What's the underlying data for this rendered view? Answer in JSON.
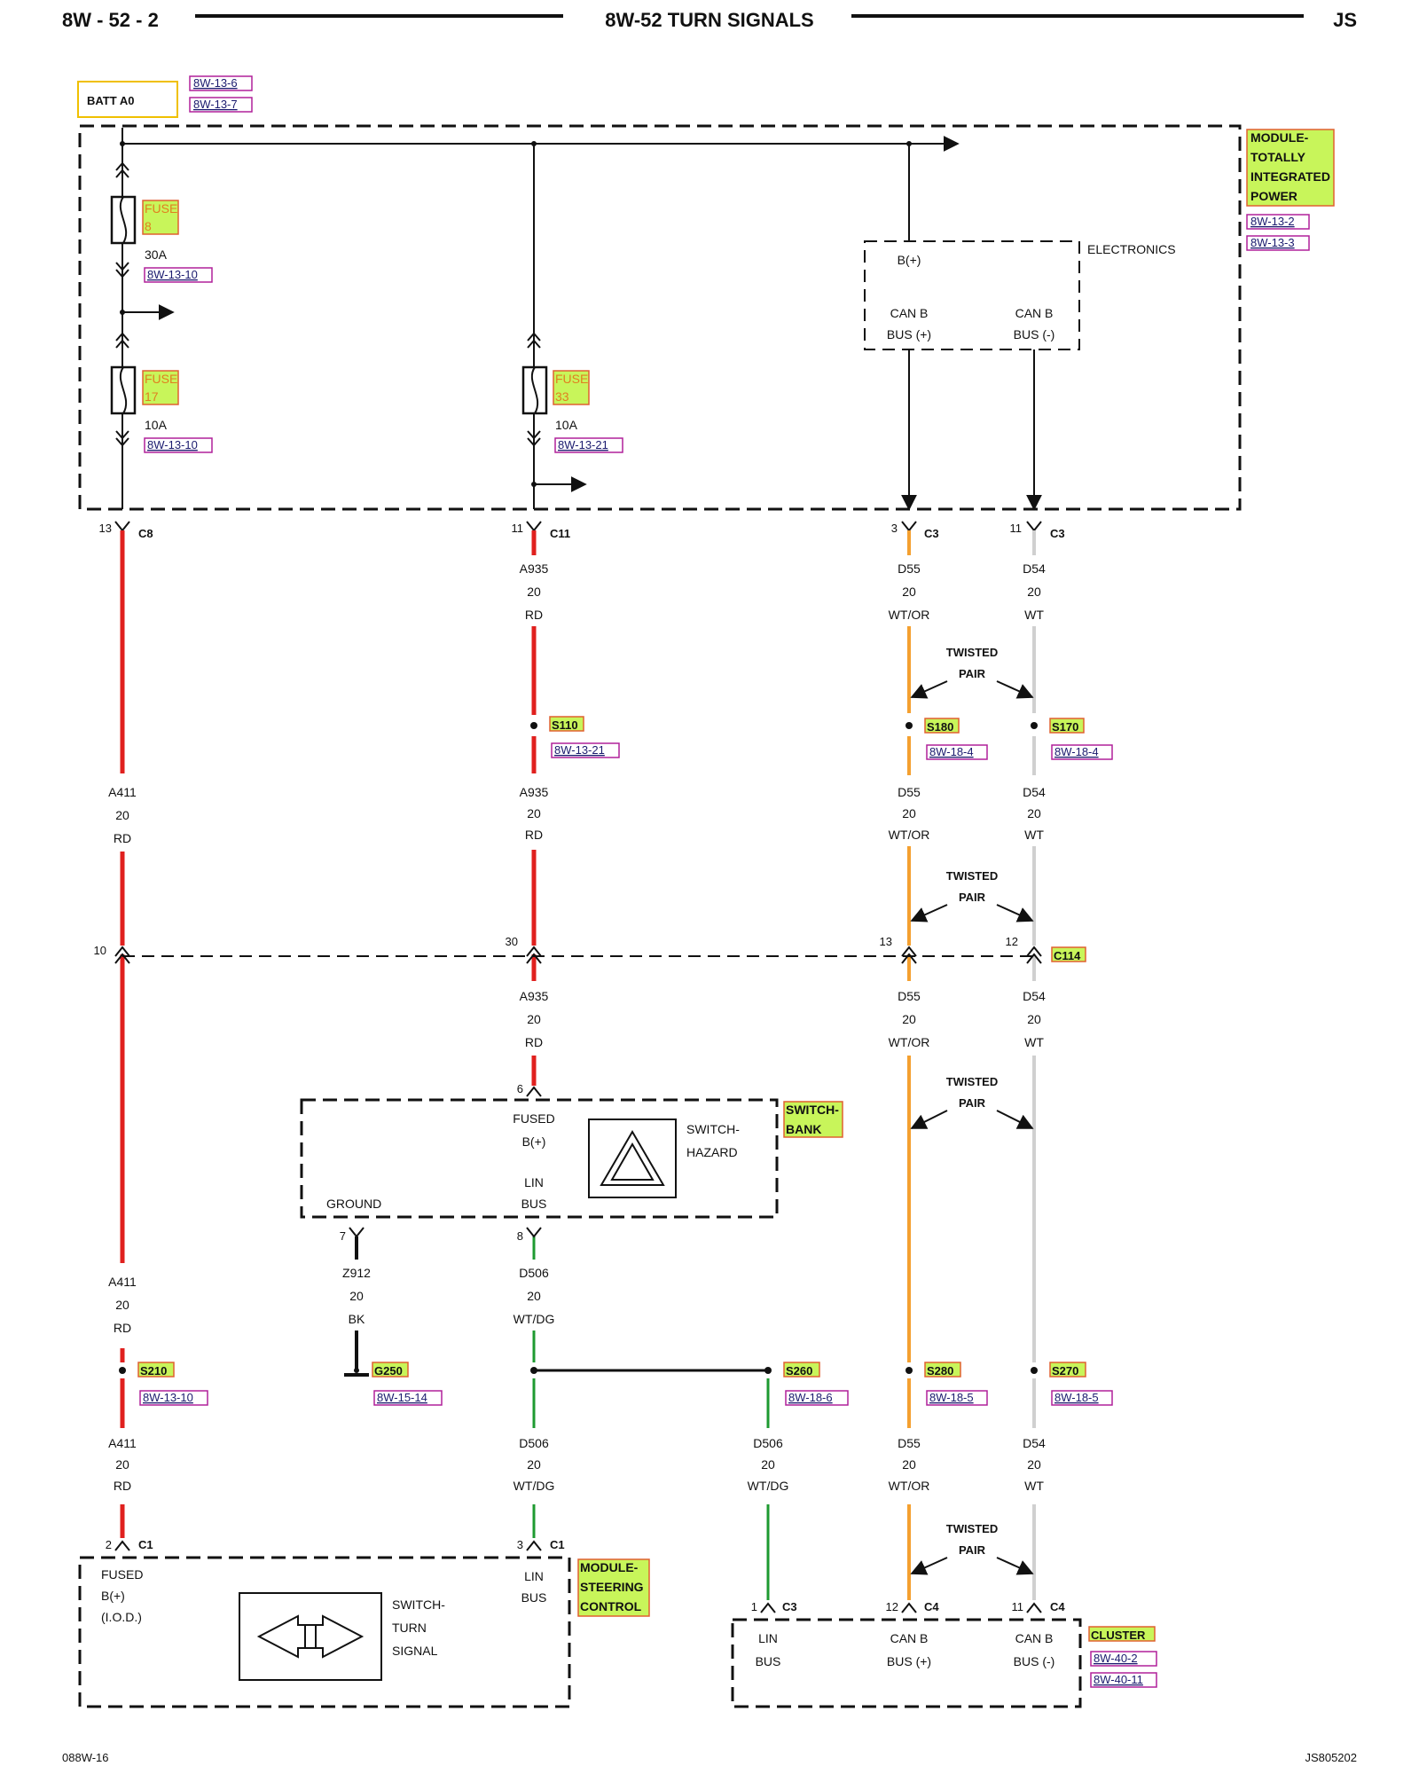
{
  "header": {
    "page": "8W - 52 - 2",
    "title": "8W-52 TURN SIGNALS",
    "model": "JS"
  },
  "footer": {
    "left": "088W-16",
    "right": "JS805202"
  },
  "batt": {
    "label": "BATT A0",
    "refs": [
      "8W-13-6",
      "8W-13-7"
    ]
  },
  "tipm": {
    "lines": [
      "MODULE-",
      "TOTALLY",
      "INTEGRATED",
      "POWER"
    ],
    "refs": [
      "8W-13-2",
      "8W-13-3"
    ]
  },
  "electronics": {
    "title": "ELECTRONICS",
    "bplus": "B(+)",
    "canp": [
      "CAN B",
      "BUS (+)"
    ],
    "canm": [
      "CAN B",
      "BUS (-)"
    ]
  },
  "fuses": [
    {
      "lines": [
        "FUSE",
        "8"
      ],
      "rating": "30A",
      "ref": "8W-13-10"
    },
    {
      "lines": [
        "FUSE",
        "17"
      ],
      "rating": "10A",
      "ref": "8W-13-10"
    },
    {
      "lines": [
        "FUSE",
        "33"
      ],
      "rating": "10A",
      "ref": "8W-13-21"
    }
  ],
  "connectors": {
    "c8": {
      "pin": "13",
      "name": "C8"
    },
    "c11": {
      "pin": "11",
      "name": "C11"
    },
    "c3a": {
      "pin": "3",
      "name": "C3"
    },
    "c3b": {
      "pin": "11",
      "name": "C3"
    },
    "c114": {
      "name": "C114",
      "pins": [
        "10",
        "30",
        "13",
        "12"
      ]
    },
    "sb6": "6",
    "sb7": "7",
    "sb8": "8",
    "c1a": {
      "pin": "2",
      "name": "C1"
    },
    "c1b": {
      "pin": "3",
      "name": "C1"
    },
    "cl1": {
      "pin": "1",
      "name": "C3"
    },
    "cl12": {
      "pin": "12",
      "name": "C4"
    },
    "cl11": {
      "pin": "11",
      "name": "C4"
    }
  },
  "wires": {
    "a935": [
      "A935",
      "20",
      "RD"
    ],
    "a411": [
      "A411",
      "20",
      "RD"
    ],
    "d55": [
      "D55",
      "20",
      "WT/OR"
    ],
    "d54": [
      "D54",
      "20",
      "WT"
    ],
    "z912": [
      "Z912",
      "20",
      "BK"
    ],
    "d506": [
      "D506",
      "20",
      "WT/DG"
    ]
  },
  "twisted": [
    "TWISTED",
    "PAIR"
  ],
  "splices": {
    "s110": {
      "name": "S110",
      "ref": "8W-13-21"
    },
    "s180": {
      "name": "S180",
      "ref": "8W-18-4"
    },
    "s170": {
      "name": "S170",
      "ref": "8W-18-4"
    },
    "s210": {
      "name": "S210",
      "ref": "8W-13-10"
    },
    "g250": {
      "name": "G250",
      "ref": "8W-15-14"
    },
    "s260": {
      "name": "S260",
      "ref": "8W-18-6"
    },
    "s280": {
      "name": "S280",
      "ref": "8W-18-5"
    },
    "s270": {
      "name": "S270",
      "ref": "8W-18-5"
    }
  },
  "switchbank": {
    "lines": [
      "SWITCH-",
      "BANK"
    ],
    "fused": [
      "FUSED",
      "B(+)"
    ],
    "lin": [
      "LIN",
      "BUS"
    ],
    "ground": "GROUND",
    "hazard": [
      "SWITCH-",
      "HAZARD"
    ]
  },
  "steering": {
    "lines": [
      "MODULE-",
      "STEERING",
      "CONTROL"
    ],
    "fused": [
      "FUSED",
      "B(+)",
      "(I.O.D.)"
    ],
    "turn": [
      "SWITCH-",
      "TURN",
      "SIGNAL"
    ],
    "lin": [
      "LIN",
      "BUS"
    ]
  },
  "cluster": {
    "name": "CLUSTER",
    "refs": [
      "8W-40-2",
      "8W-40-11"
    ],
    "lin": [
      "LIN",
      "BUS"
    ],
    "canp": [
      "CAN B",
      "BUS (+)"
    ],
    "canm": [
      "CAN B",
      "BUS (-)"
    ]
  },
  "colors": {
    "rd": "#e0201e",
    "wtor": "#f4a030",
    "wt": "#d0d0d0",
    "dg": "#1e9a30",
    "bk": "#111111",
    "hl": "#c8f55a"
  }
}
